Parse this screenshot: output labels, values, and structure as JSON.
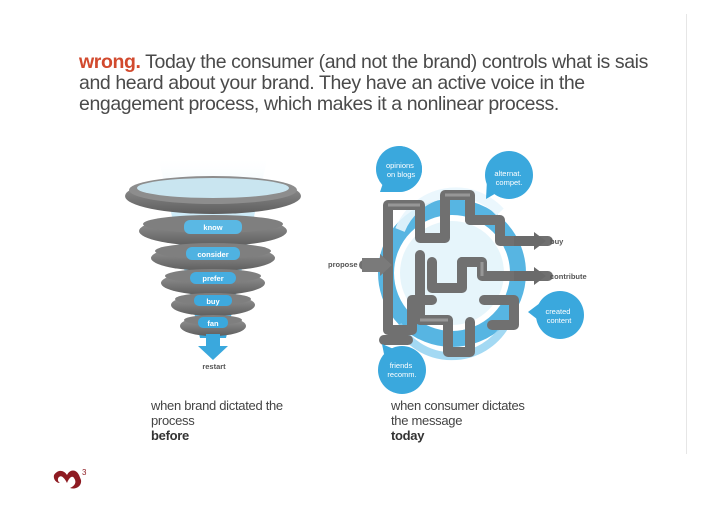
{
  "headline": {
    "accent": "wrong.",
    "text": " Today the consumer (and not the brand) controls what is sais and heard about your brand. They have an active voice in the engagement process, which makes it a nonlinear process."
  },
  "funnel": {
    "stages": [
      "know",
      "consider",
      "prefer",
      "buy",
      "fan"
    ],
    "exit_label": "restart",
    "caption_line": "when brand dictated the process",
    "caption_strong": "before"
  },
  "network": {
    "bubbles": {
      "opinions": "opinions on blogs",
      "alternat": "alternat. compet.",
      "created": "created content",
      "friends": "friends recomm."
    },
    "arrows": {
      "propose": "propose",
      "buy": "buy",
      "contribute": "contribute"
    },
    "caption_line": "when consumer dictates the message",
    "caption_strong": "today"
  },
  "colors": {
    "accent": "#d24a2e",
    "blue": "#3aa8dd",
    "grey": "#6b6b6b",
    "logo": "#8e1b22"
  },
  "logo": {
    "sup": "3"
  }
}
